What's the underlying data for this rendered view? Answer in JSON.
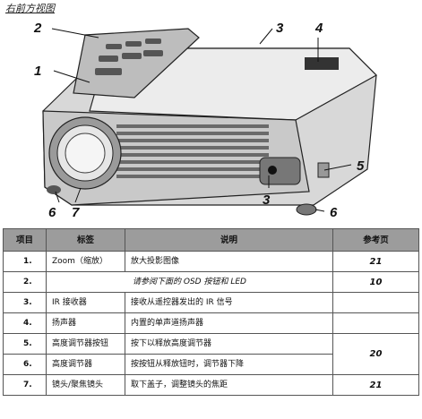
{
  "caption": "右前方视图",
  "callouts": [
    "1",
    "2",
    "3",
    "3",
    "4",
    "5",
    "6",
    "6",
    "7"
  ],
  "table": {
    "headers": [
      "项目",
      "标签",
      "说明",
      "参考页"
    ],
    "rows": [
      {
        "num": "1.",
        "label": "Zoom（缩放）",
        "desc": "放大投影图像",
        "ref": "21"
      },
      {
        "num": "2.",
        "merged": "请参阅下面的 OSD 按钮和 LED",
        "ref": "10"
      },
      {
        "num": "3.",
        "label": "IR 接收器",
        "desc": "接收从遥控器发出的 IR 信号",
        "ref": ""
      },
      {
        "num": "4.",
        "label": "扬声器",
        "desc": "内置的单声道扬声器",
        "ref": ""
      },
      {
        "num": "5.",
        "label": "高度调节器按钮",
        "desc": "按下以释放高度调节器",
        "ref": "20"
      },
      {
        "num": "6.",
        "label": "高度调节器",
        "desc": "按按钮从释放钮时，调节器下降"
      },
      {
        "num": "7.",
        "label": "镜头/聚焦镜头",
        "desc": "取下盖子，调整镜头的焦距",
        "ref": "21"
      }
    ]
  }
}
